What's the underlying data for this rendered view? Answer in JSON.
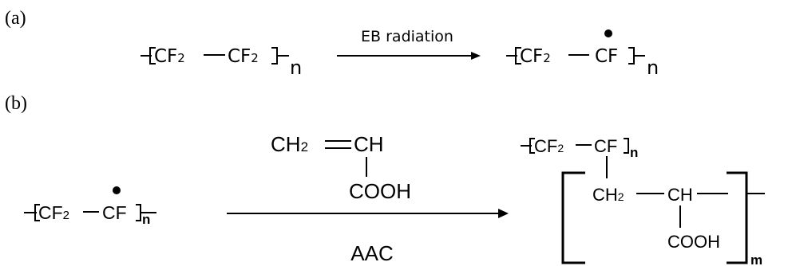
{
  "panel_a": {
    "label": "(a)",
    "reactant": {
      "unit1": "CF",
      "unit1_sub": "2",
      "unit2": "CF",
      "unit2_sub": "2",
      "repeat": "n"
    },
    "arrow_label": "EB radiation",
    "product": {
      "unit1": "CF",
      "unit1_sub": "2",
      "unit2": "CF",
      "repeat": "n"
    }
  },
  "panel_b": {
    "label": "(b)",
    "reactant": {
      "unit1": "CF",
      "unit1_sub": "2",
      "unit2": "CF",
      "repeat": "n"
    },
    "monomer": {
      "ch2": "CH",
      "ch2_sub": "2",
      "ch": "CH",
      "cooh": "COOH"
    },
    "arrow_label_below": "AAC",
    "product": {
      "unit1": "CF",
      "unit1_sub": "2",
      "unit2": "CF",
      "repeat_n": "n",
      "graft_ch2": "CH",
      "graft_ch2_sub": "2",
      "graft_ch": "CH",
      "graft_cooh": "COOH",
      "repeat_m": "m"
    }
  }
}
